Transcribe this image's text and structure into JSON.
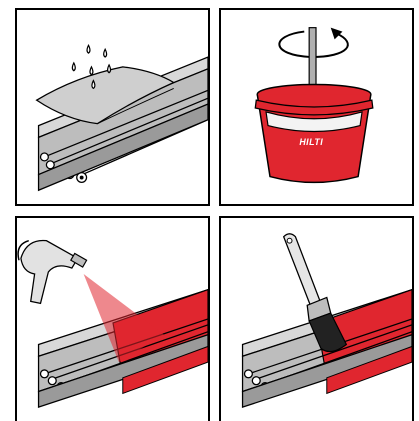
{
  "panels": [
    {
      "id": "clean-cables-step",
      "caption": ""
    },
    {
      "id": "stir-bucket-step",
      "caption": ""
    },
    {
      "id": "spray-apply-step",
      "caption": ""
    },
    {
      "id": "brush-apply-step",
      "caption": ""
    }
  ],
  "bucket": {
    "brand_label": "HILTI"
  },
  "colors": {
    "coating_red": "#e0262f",
    "tray_gray": "#b5b5b5",
    "outline": "#000000",
    "background": "#ffffff"
  },
  "icons": [
    "wet-cloth-icon",
    "water-drop-icon",
    "rotation-arrow-icon",
    "bucket-icon",
    "spray-gun-icon",
    "paint-brush-icon",
    "cable-tray-icon"
  ]
}
